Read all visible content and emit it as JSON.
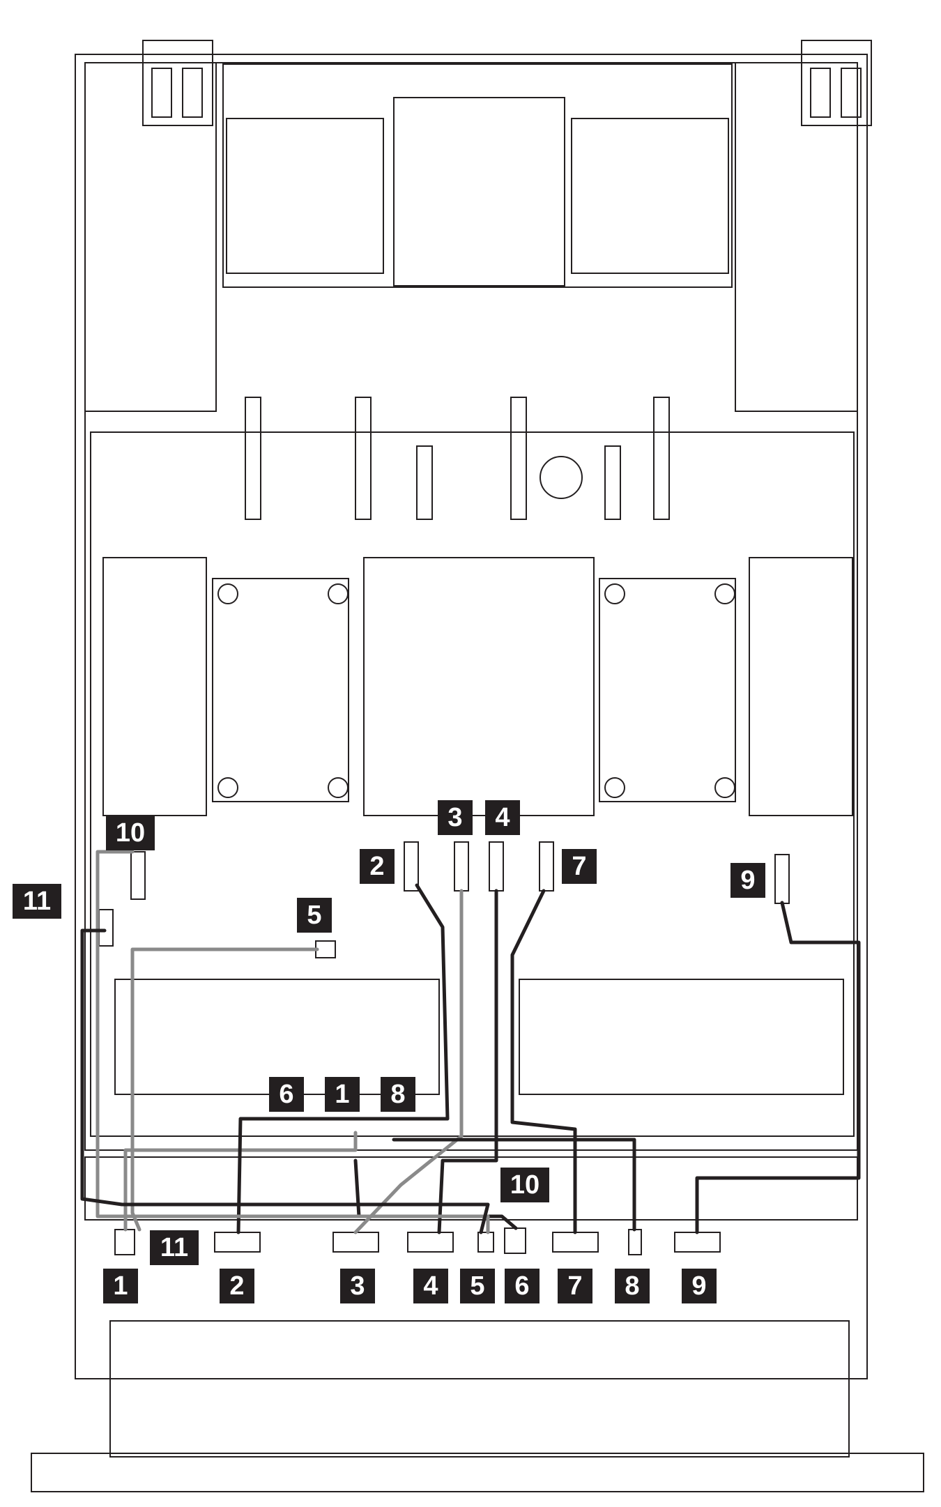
{
  "callouts": {
    "system_board_1": "1",
    "system_board_2": "2",
    "system_board_3": "3",
    "system_board_4": "4",
    "system_board_5": "5",
    "system_board_6": "6",
    "system_board_7": "7",
    "system_board_8": "8",
    "system_board_9": "9",
    "system_board_10": "10",
    "system_board_11": "11",
    "backplane_1": "1",
    "backplane_2": "2",
    "backplane_3": "3",
    "backplane_4": "4",
    "backplane_5": "5",
    "backplane_6": "6",
    "backplane_7": "7",
    "backplane_8": "8",
    "backplane_9": "9",
    "backplane_10": "10",
    "backplane_11": "11"
  },
  "colors": {
    "outline": "#231f20",
    "cable_dark": "#231f20",
    "cable_gray": "#8a8a8a",
    "callout_bg": "#231f20",
    "callout_text": "#ffffff"
  }
}
